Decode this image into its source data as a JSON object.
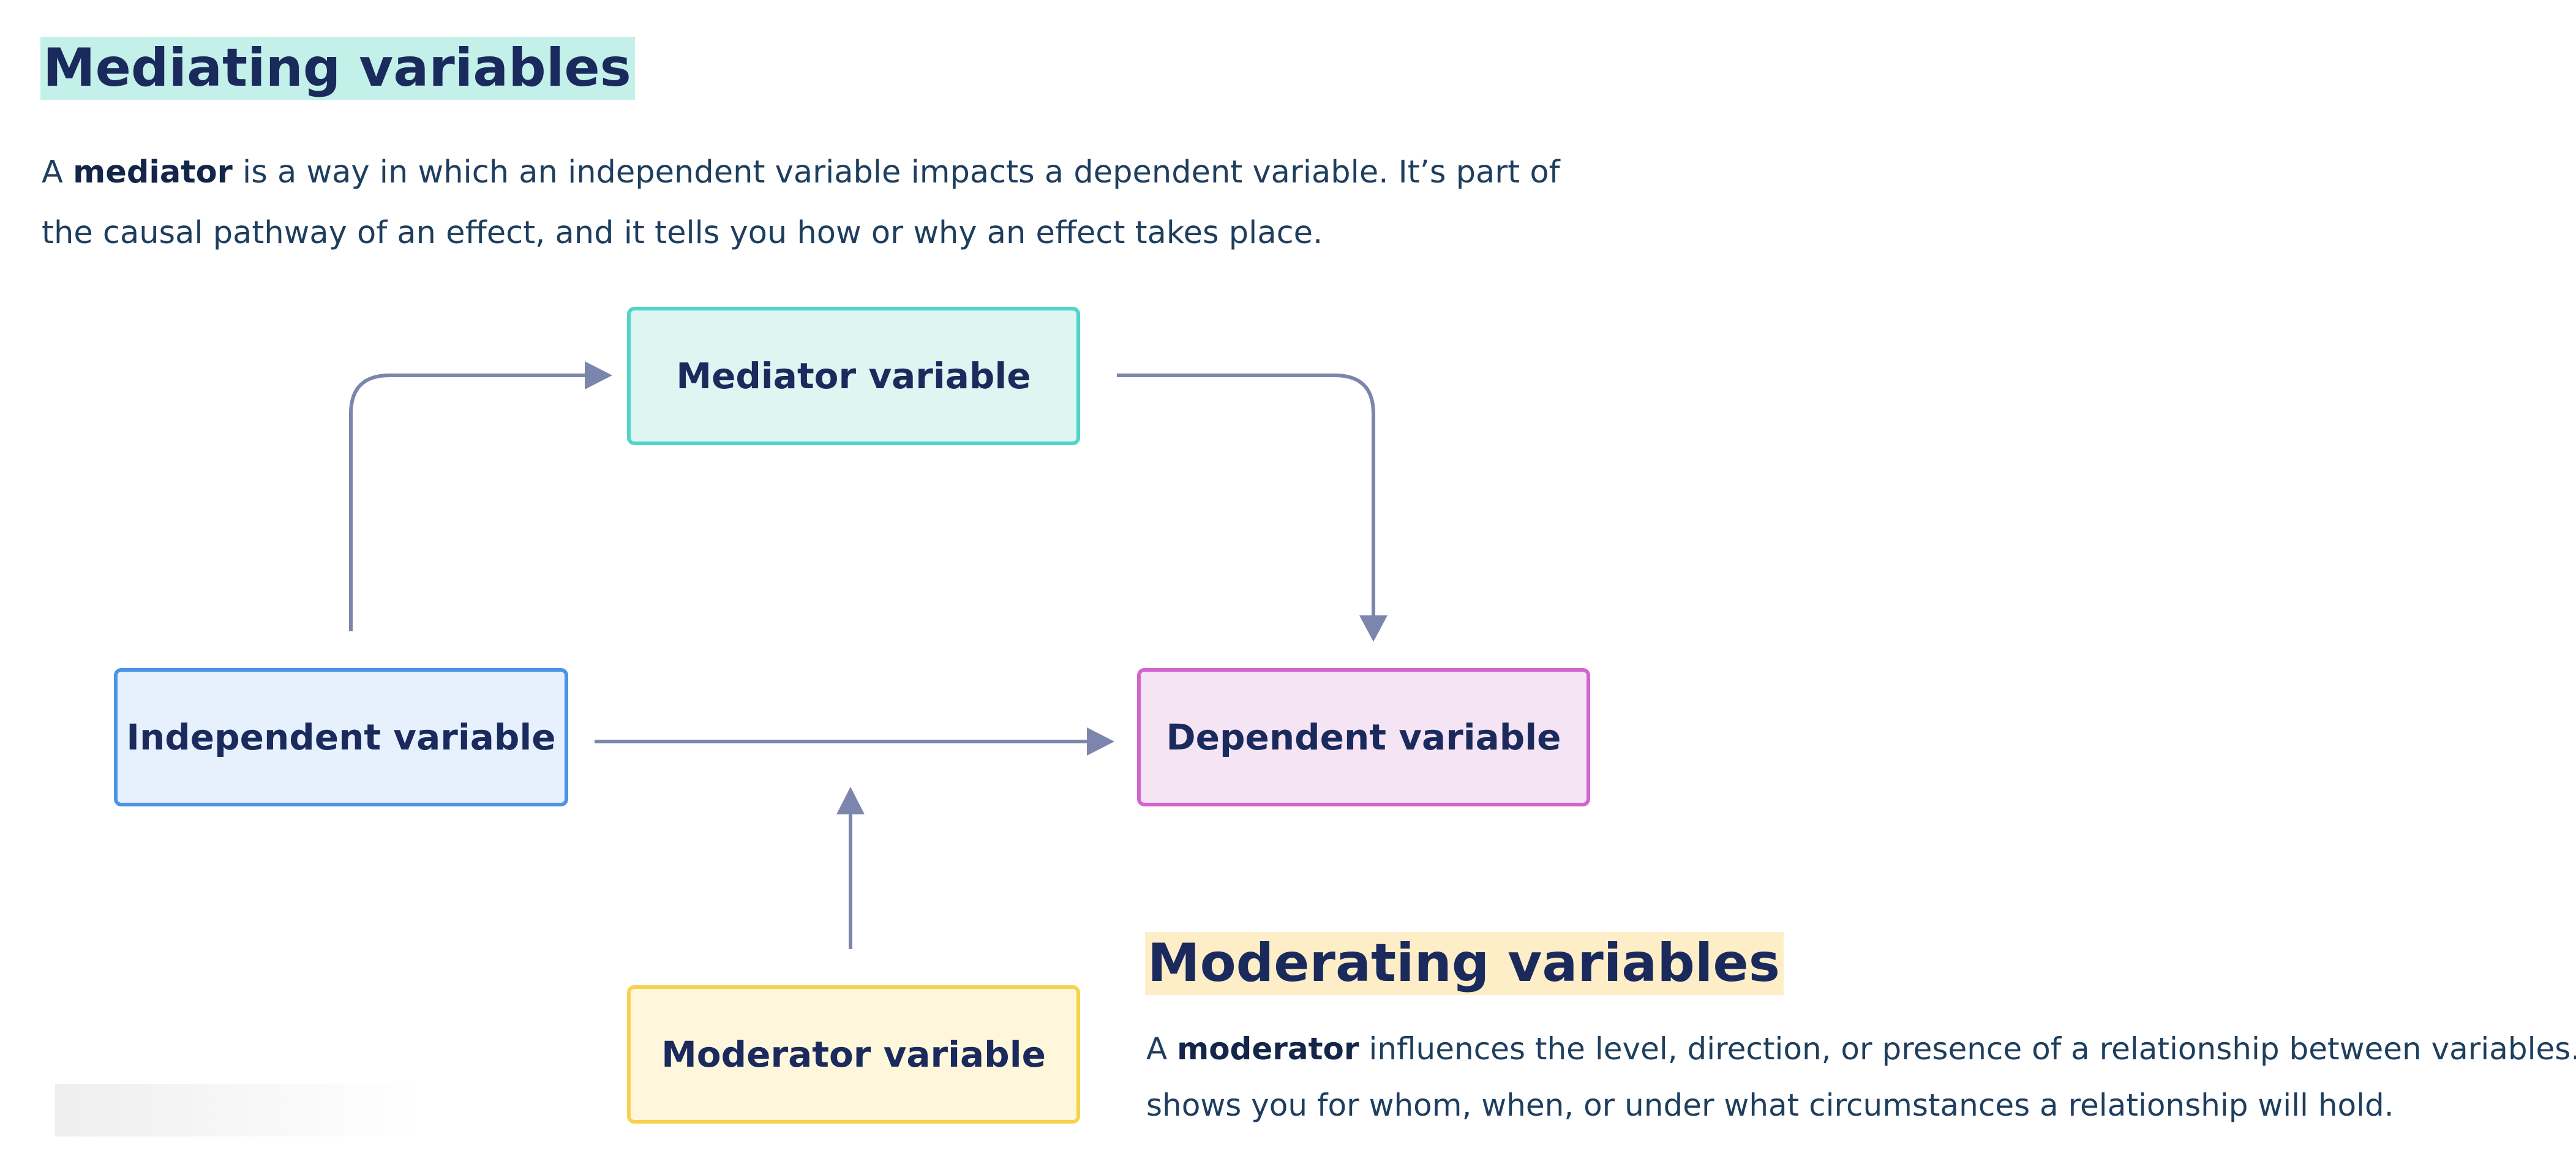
{
  "mediating": {
    "heading": "Mediating variables",
    "para_line1_a": "A ",
    "para_line1_bold": "mediator",
    "para_line1_b": " is a way in which an independent variable impacts a dependent variable. It’s part of",
    "para_line2": "the causal pathway of an effect, and it tells you how or why an effect takes place."
  },
  "diagram": {
    "mediator": "Mediator variable",
    "independent": "Independent variable",
    "dependent": "Dependent variable",
    "moderator": "Moderator variable"
  },
  "moderating": {
    "heading": "Moderating variables",
    "para_line1_a": "A ",
    "para_line1_bold": "moderator",
    "para_line1_b": " influences the level, direction, or presence of a relationship between variables. It",
    "para_line2": "shows you for whom, when, or under what circumstances a relationship will hold."
  },
  "colors": {
    "arrow": "#7c86ac",
    "mediating_highlight": "#c4f0ea",
    "moderating_highlight": "#fdeec8",
    "mediator_border": "#4fd6c8",
    "independent_border": "#4a94e8",
    "dependent_border": "#d264cf",
    "moderator_border": "#f8d24e"
  }
}
